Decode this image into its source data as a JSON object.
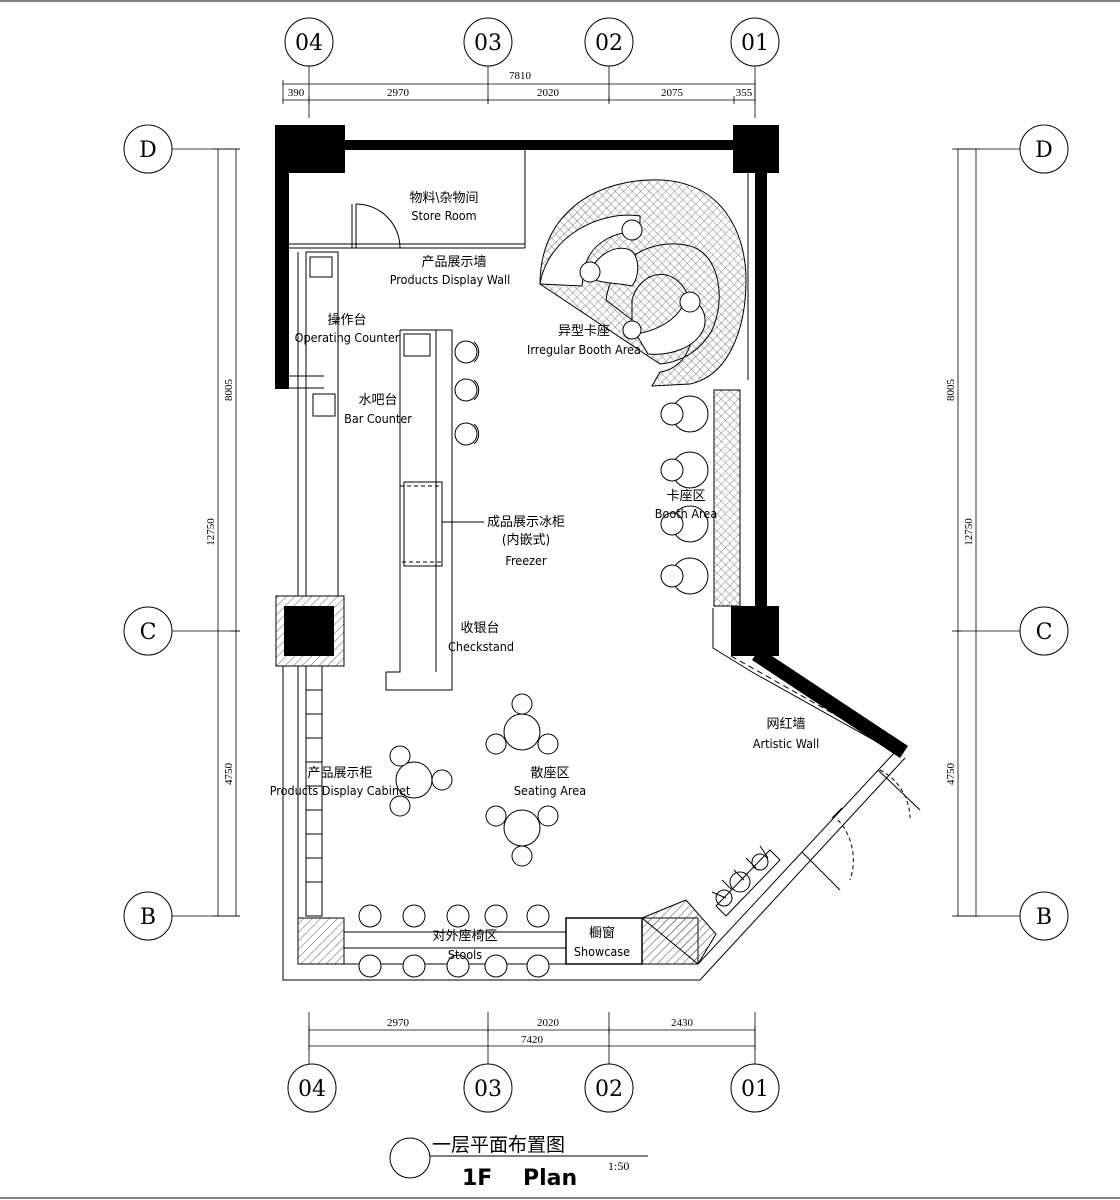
{
  "axes": {
    "numbered": [
      "04",
      "03",
      "02",
      "01"
    ],
    "lettered": [
      "D",
      "C",
      "B"
    ]
  },
  "dimensions": {
    "top_total": "7810",
    "top_segments": [
      "390",
      "2970",
      "2020",
      "2075",
      "355"
    ],
    "bottom_total": "7420",
    "bottom_segments": [
      "2970",
      "2020",
      "2430"
    ],
    "side_total": "12750",
    "side_segments": [
      "8005",
      "4750"
    ]
  },
  "rooms": {
    "store_room": {
      "cn": "物料\\杂物间",
      "en": "Store Room"
    },
    "display_wall": {
      "cn": "产品展示墙",
      "en": "Products Display Wall"
    },
    "operating_counter": {
      "cn": "操作台",
      "en": "Operating Counter"
    },
    "irregular_booth": {
      "cn": "异型卡座",
      "en": "Irregular Booth Area"
    },
    "bar_counter": {
      "cn": "水吧台",
      "en": "Bar Counter"
    },
    "booth_area": {
      "cn": "卡座区",
      "en": "Booth Area"
    },
    "freezer": {
      "cn": "成品展示冰柜",
      "cn2": "(内嵌式)",
      "en": "Freezer"
    },
    "checkstand": {
      "cn": "收银台",
      "en": "Checkstand"
    },
    "artistic_wall": {
      "cn": "网红墙",
      "en": "Artistic Wall"
    },
    "display_cabinet": {
      "cn": "产品展示柜",
      "en": "Products Display Cabinet"
    },
    "seating_area": {
      "cn": "散座区",
      "en": "Seating Area"
    },
    "stools": {
      "cn": "对外座椅区",
      "en": "Stools"
    },
    "showcase": {
      "cn": "橱窗",
      "en": "Showcase"
    }
  },
  "title": {
    "cn": "一层平面布置图",
    "en": "1F    Plan",
    "scale": "1:50"
  }
}
